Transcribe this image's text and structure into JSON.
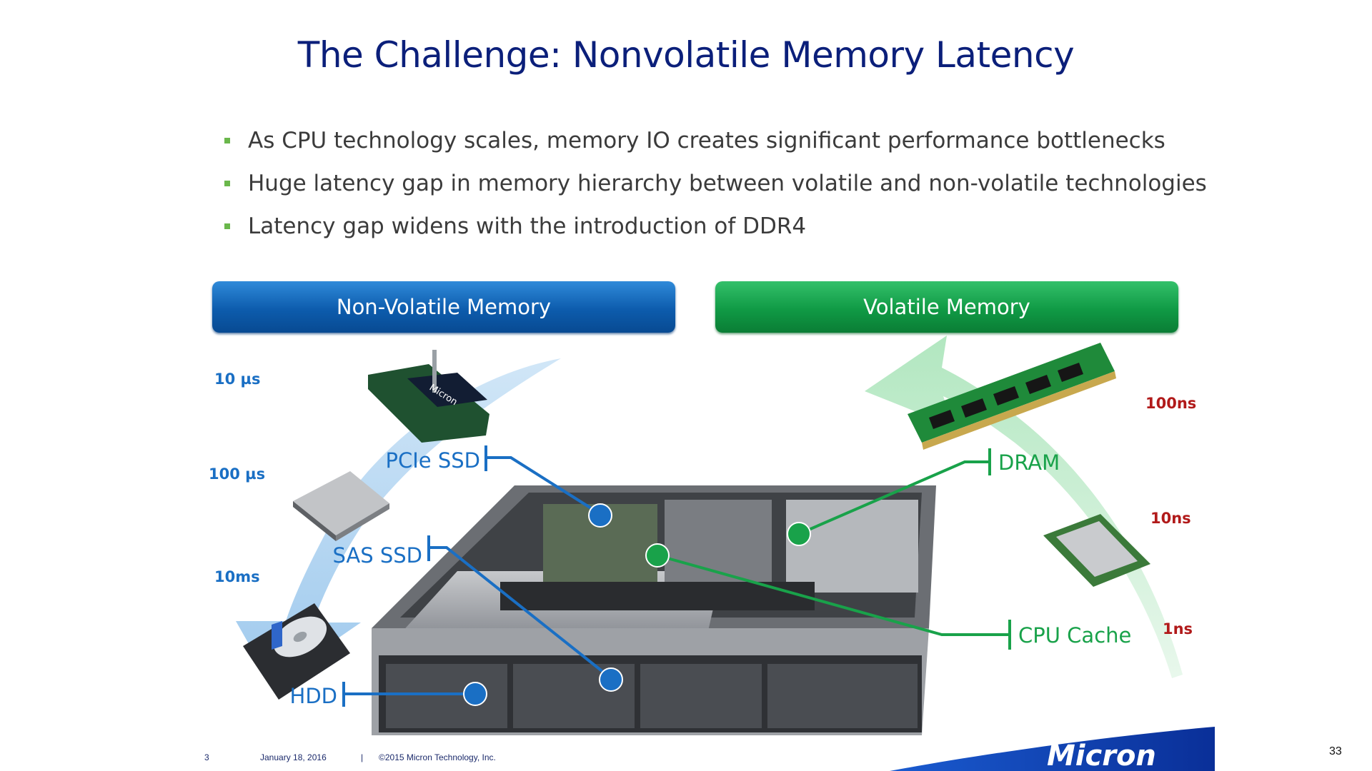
{
  "slide": {
    "title": "The Challenge: Nonvolatile Memory Latency",
    "bullets": [
      "As CPU technology scales, memory IO creates significant performance bottlenecks",
      "Huge latency gap in memory hierarchy between volatile and non-volatile technologies",
      "Latency gap widens with the introduction of DDR4"
    ],
    "bands": {
      "nonvolatile": "Non-Volatile Memory",
      "volatile": "Volatile Memory"
    },
    "nonvolatile_latencies": [
      "10 µs",
      "100 µs",
      "10ms"
    ],
    "volatile_latencies": [
      "100ns",
      "10ns",
      "1ns"
    ],
    "storage_labels": {
      "pcie": "PCIe SSD",
      "sas": "SAS SSD",
      "hdd": "HDD"
    },
    "memory_labels": {
      "dram": "DRAM",
      "cpu_cache": "CPU Cache"
    },
    "pcie_card_brand": "Micron",
    "footer": {
      "slide_no": "3",
      "date": "January 18, 2016",
      "separator": "|",
      "copyright": "©2015 Micron Technology, Inc."
    },
    "logo_text": "Micron",
    "page_number": "33",
    "colors": {
      "title": "#0b1f7a",
      "nonvolatile": "#0d5cad",
      "volatile": "#109a45",
      "nv_label": "#1a6fc4",
      "v_label": "#19a24a",
      "latency_red": "#b11a1a",
      "bullet_marker": "#6ab74b",
      "logo_band": "#0b3aa8"
    }
  }
}
